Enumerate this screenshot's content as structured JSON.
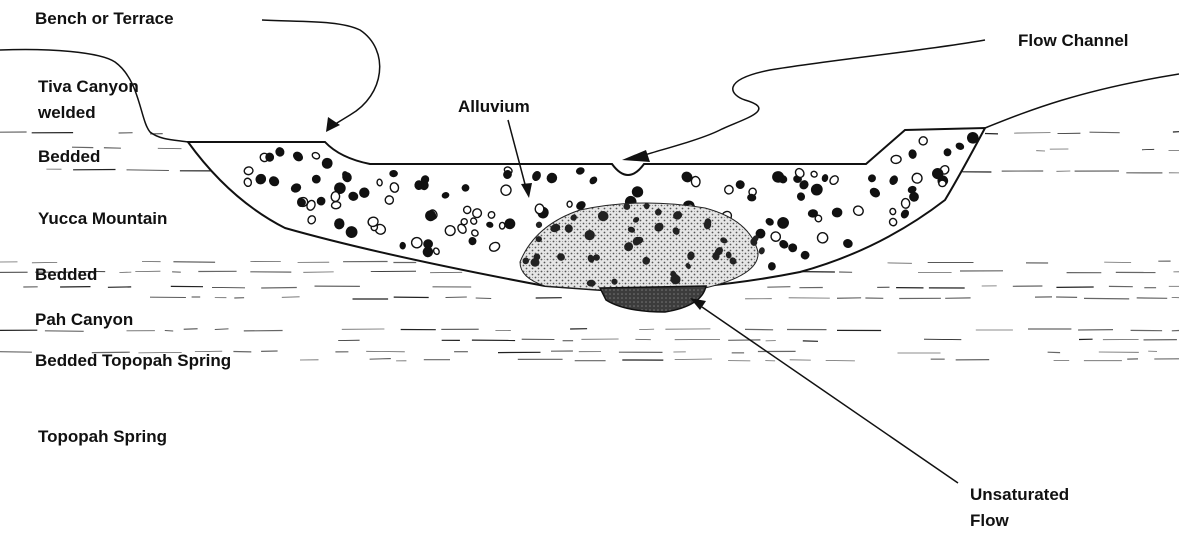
{
  "labels": {
    "bench_or_terrace": "Bench or Terrace",
    "flow_channel": "Flow Channel",
    "tiva_canyon_line1": "Tiva Canyon",
    "tiva_canyon_line2": "welded",
    "alluvium": "Alluvium",
    "bedded_upper": "Bedded",
    "yucca_mountain": "Yucca Mountain",
    "bedded_lower": "Bedded",
    "pah_canyon": "Pah Canyon",
    "bedded_topopah_spring": "Bedded Topopah Spring",
    "topopah_spring": "Topopah Spring",
    "unsaturated_flow_line1": "Unsaturated",
    "unsaturated_flow_line2": "Flow"
  },
  "colors": {
    "ink": "#111111",
    "alluvium_fill": "#ffffff",
    "unsaturated_zone_fill": "#b8b8b8",
    "saturated_core_fill": "#555555"
  }
}
